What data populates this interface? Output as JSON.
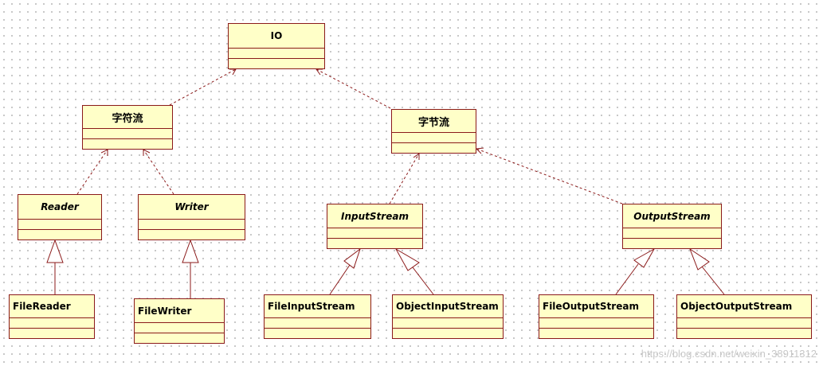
{
  "classes": {
    "io": "IO",
    "char_stream": "字符流",
    "byte_stream": "字节流",
    "reader": "Reader",
    "writer": "Writer",
    "input_stream": "InputStream",
    "output_stream": "OutputStream",
    "file_reader": "FileReader",
    "file_writer": "FileWriter",
    "file_input_stream": "FileInputStream",
    "object_input_stream": "ObjectInputStream",
    "file_output_stream": "FileOutputStream",
    "object_output_stream": "ObjectOutputStream"
  },
  "watermark": "https://blog.csdn.net/weixin_38911312",
  "colors": {
    "box_fill": "#ffffc8",
    "box_border": "#8b1a1a",
    "line": "#8b1a1a"
  }
}
